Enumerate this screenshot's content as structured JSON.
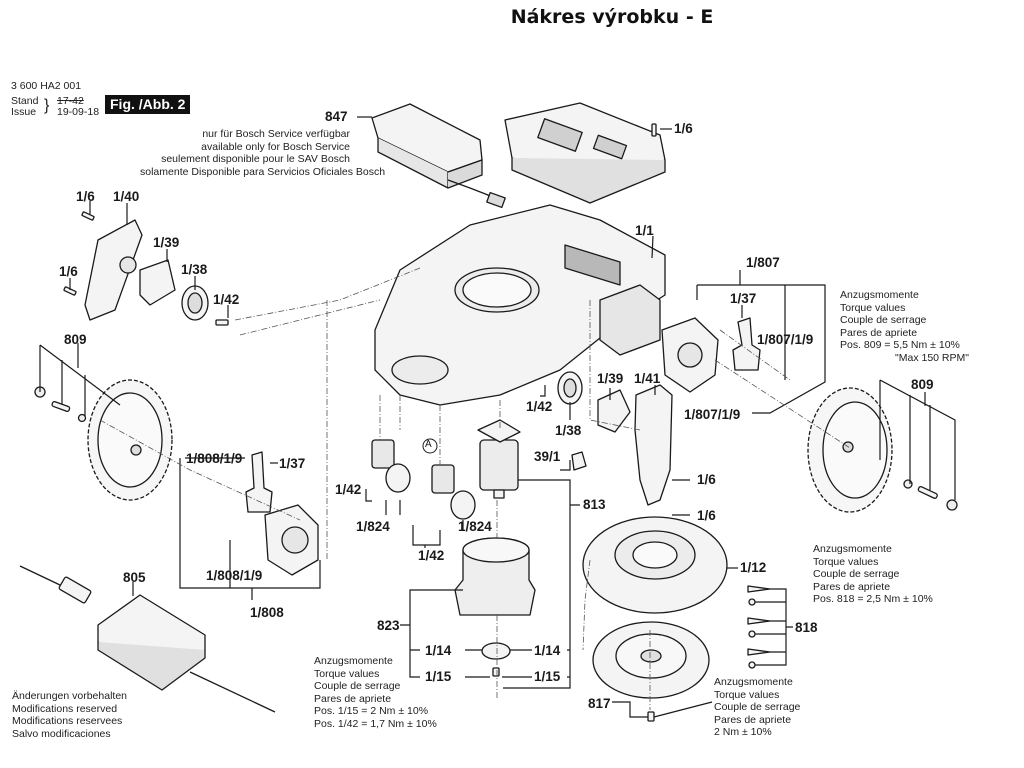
{
  "page": {
    "title": "Nákres výrobku - E"
  },
  "document_meta": {
    "part_number": "3 600 HA2 001",
    "stand_label": "Stand",
    "issue_label": "Issue",
    "stand_value": "17-42",
    "issue_value": "19-09-18",
    "figure_label": "Fig. /Abb. 2"
  },
  "service_note": {
    "lines": [
      "nur für Bosch Service verfügbar",
      "available only for Bosch Service",
      "seulement disponible pour le SAV Bosch",
      "solamente Disponible para Servicios Oficiales Bosch"
    ]
  },
  "torque_notes": [
    {
      "id": "torque-809",
      "lines": [
        "Anzugsmomente",
        "Torque values",
        "Couple de serrage",
        "Pares de apriete",
        "Pos. 809 = 5,5 Nm  ± 10%",
        "\"Max 150 RPM\""
      ]
    },
    {
      "id": "torque-818",
      "lines": [
        "Anzugsmomente",
        "Torque values",
        "Couple de serrage",
        "Pares de apriete",
        "Pos. 818 = 2,5 Nm  ± 10%"
      ]
    },
    {
      "id": "torque-115-142",
      "lines": [
        "Anzugsmomente",
        "Torque values",
        "Couple de serrage",
        "Pares de apriete",
        "Pos. 1/15 = 2 Nm  ± 10%",
        "Pos. 1/42 = 1,7 Nm  ± 10%"
      ]
    },
    {
      "id": "torque-817",
      "lines": [
        "Anzugsmomente",
        "Torque values",
        "Couple de serrage",
        "Pares de apriete",
        "2 Nm  ± 10%"
      ]
    }
  ],
  "modifications_note": {
    "lines": [
      "Änderungen vorbehalten",
      "Modifications reserved",
      "Modifications reservees",
      "Salvo modificaciones"
    ]
  },
  "part_labels": [
    {
      "id": "847",
      "text": "847"
    },
    {
      "id": "1-6-top",
      "text": "1/6"
    },
    {
      "id": "1-1",
      "text": "1/1"
    },
    {
      "id": "1-6-left-top",
      "text": "1/6"
    },
    {
      "id": "1-40",
      "text": "1/40"
    },
    {
      "id": "1-39-left",
      "text": "1/39"
    },
    {
      "id": "1-6-left-bottom",
      "text": "1/6"
    },
    {
      "id": "1-38-left",
      "text": "1/38"
    },
    {
      "id": "1-42-left",
      "text": "1/42"
    },
    {
      "id": "809-left",
      "text": "809"
    },
    {
      "id": "1-807",
      "text": "1/807"
    },
    {
      "id": "1-37-right",
      "text": "1/37"
    },
    {
      "id": "1-807-1-9-a",
      "text": "1/807/1/9"
    },
    {
      "id": "1-807-1-9-b",
      "text": "1/807/1/9"
    },
    {
      "id": "809-right",
      "text": "809"
    },
    {
      "id": "1-39-mid",
      "text": "1/39"
    },
    {
      "id": "1-41",
      "text": "1/41"
    },
    {
      "id": "1-42-mid",
      "text": "1/42"
    },
    {
      "id": "1-38-mid",
      "text": "1/38"
    },
    {
      "id": "39-1",
      "text": "39/1"
    },
    {
      "id": "1-6-mid-a",
      "text": "1/6"
    },
    {
      "id": "1-6-mid-b",
      "text": "1/6"
    },
    {
      "id": "A",
      "text": "A"
    },
    {
      "id": "1-808-1-9-a",
      "text": "1/808/1/9"
    },
    {
      "id": "1-37-left",
      "text": "1/37"
    },
    {
      "id": "1-42-a",
      "text": "1/42"
    },
    {
      "id": "1-824-a",
      "text": "1/824"
    },
    {
      "id": "1-824-b",
      "text": "1/824"
    },
    {
      "id": "1-42-b",
      "text": "1/42"
    },
    {
      "id": "813",
      "text": "813"
    },
    {
      "id": "1-808-1-9-b",
      "text": "1/808/1/9"
    },
    {
      "id": "1-808",
      "text": "1/808"
    },
    {
      "id": "805",
      "text": "805"
    },
    {
      "id": "1-12",
      "text": "1/12"
    },
    {
      "id": "818",
      "text": "818"
    },
    {
      "id": "823",
      "text": "823"
    },
    {
      "id": "1-14-a",
      "text": "1/14"
    },
    {
      "id": "1-14-b",
      "text": "1/14"
    },
    {
      "id": "1-15-a",
      "text": "1/15"
    },
    {
      "id": "1-15-b",
      "text": "1/15"
    },
    {
      "id": "817",
      "text": "817"
    }
  ],
  "colors": {
    "ink": "#1a1a1a",
    "figure_box_bg": "#111111",
    "figure_box_text": "#ffffff",
    "part_fill": "#f2f2f2",
    "part_shade": "#bdbdbd"
  }
}
